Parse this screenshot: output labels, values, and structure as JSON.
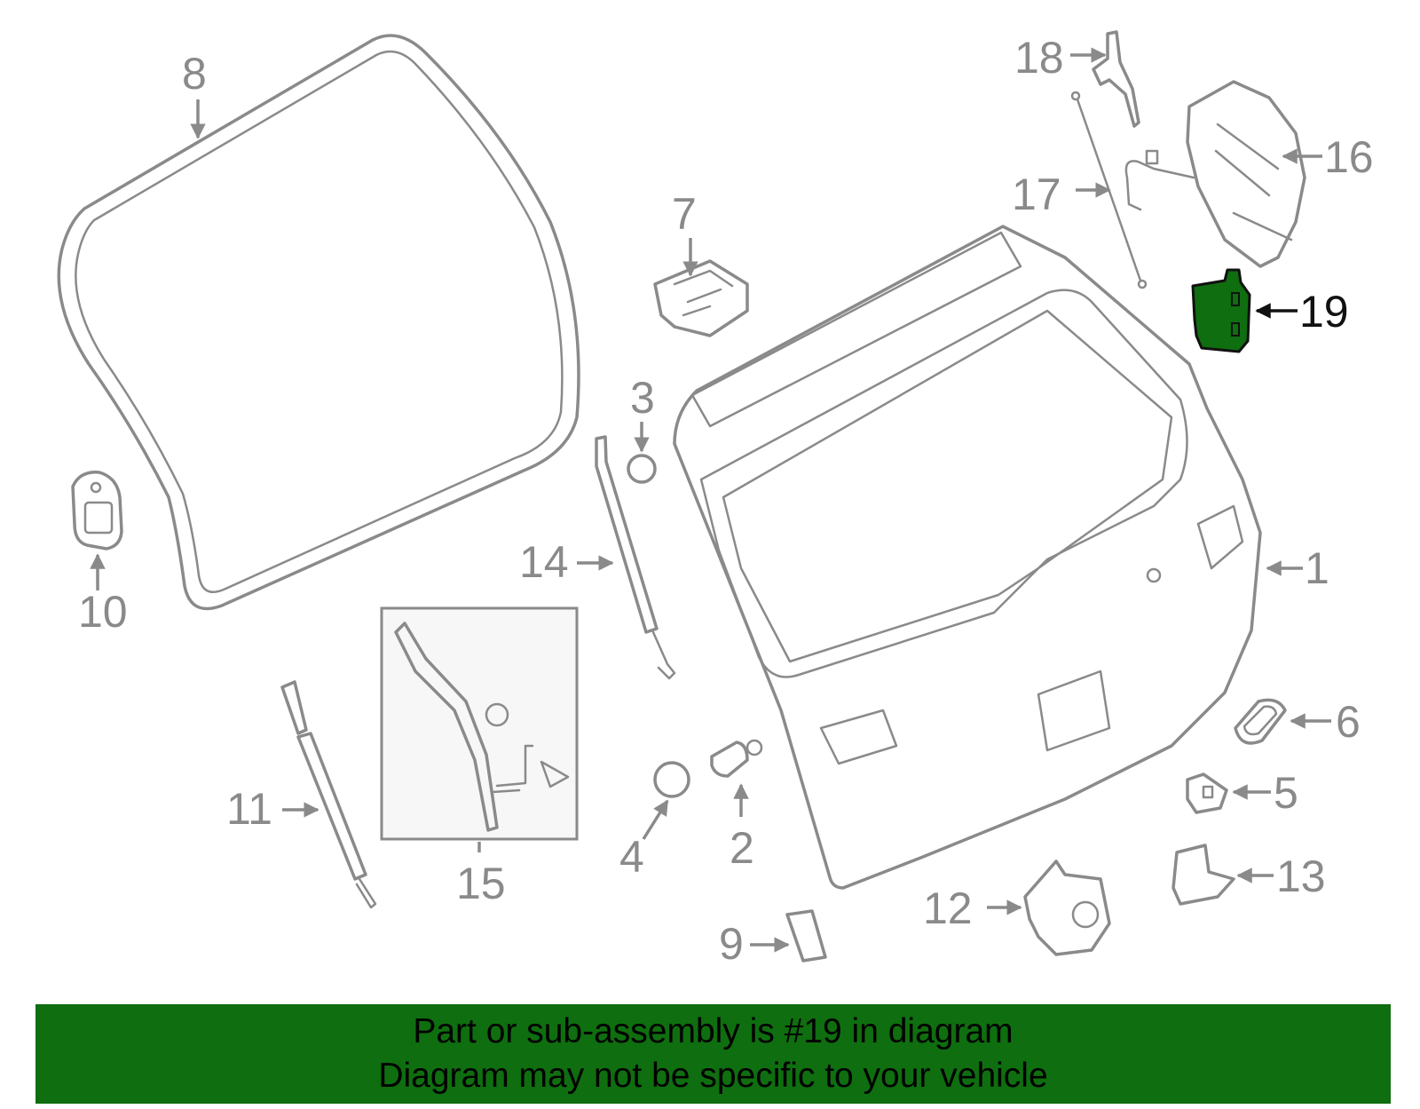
{
  "diagram": {
    "highlight_color": "#0f6e0f",
    "highlighted_part": "19",
    "callouts": [
      "1",
      "2",
      "3",
      "4",
      "5",
      "6",
      "7",
      "8",
      "9",
      "10",
      "11",
      "12",
      "13",
      "14",
      "15",
      "16",
      "17",
      "18",
      "19"
    ]
  },
  "banner": {
    "background": "#0f6e0f",
    "line1": "Part or sub-assembly is #19 in diagram",
    "line2": "Diagram may not be specific to your vehicle"
  }
}
